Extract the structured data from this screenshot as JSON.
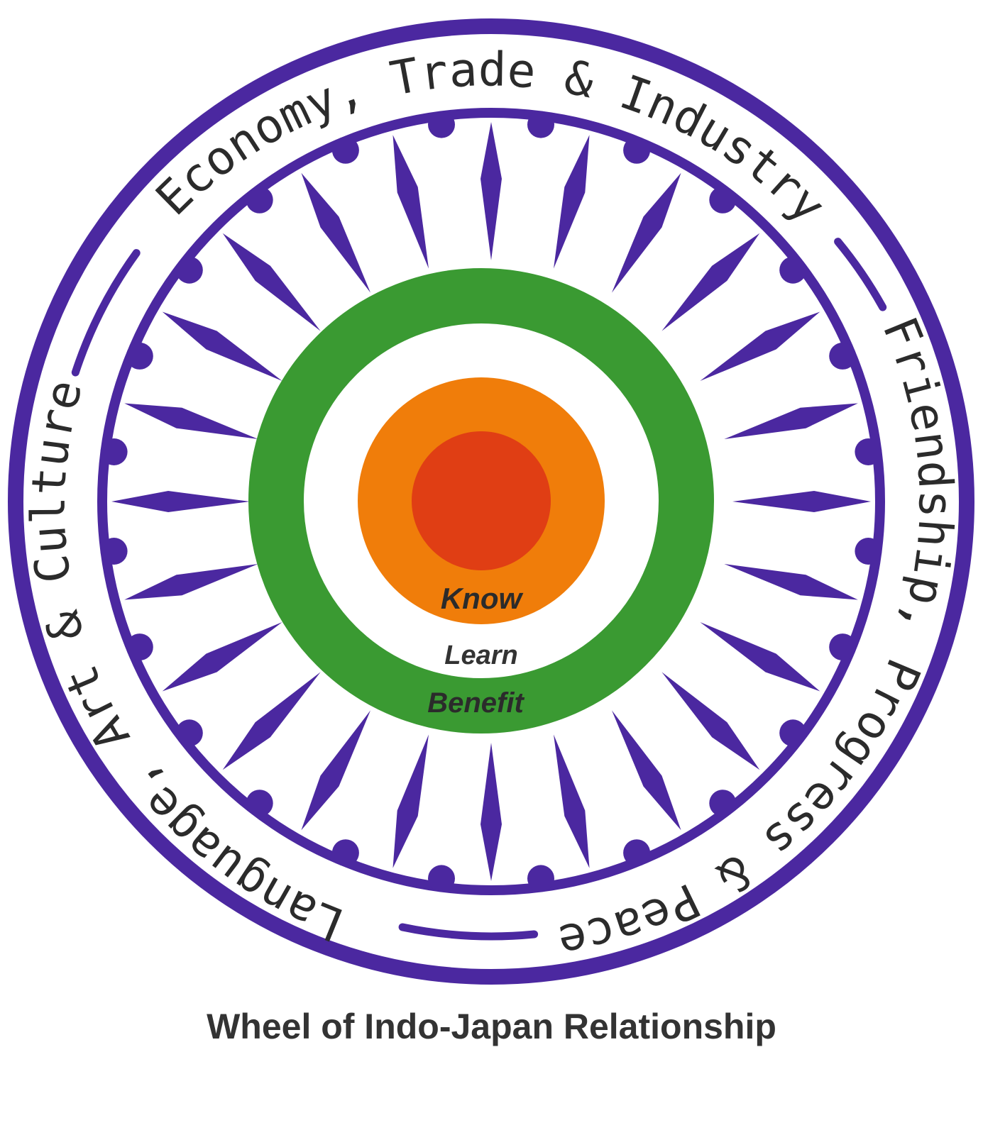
{
  "diagram": {
    "arc_labels": {
      "top": "Economy, Trade & Industry",
      "right": "Friendship, Progress & Peace",
      "left": "Language, Art & Culture"
    },
    "center_labels": {
      "know": "Know",
      "learn": "Learn",
      "benefit": "Benefit"
    },
    "caption": "Wheel of Indo-Japan Relationship"
  },
  "colors": {
    "purple": "#4b28a0",
    "green": "#3a9a32",
    "orange": "#f07d0a",
    "red": "#e03e14",
    "text": "#2b2b2b"
  }
}
